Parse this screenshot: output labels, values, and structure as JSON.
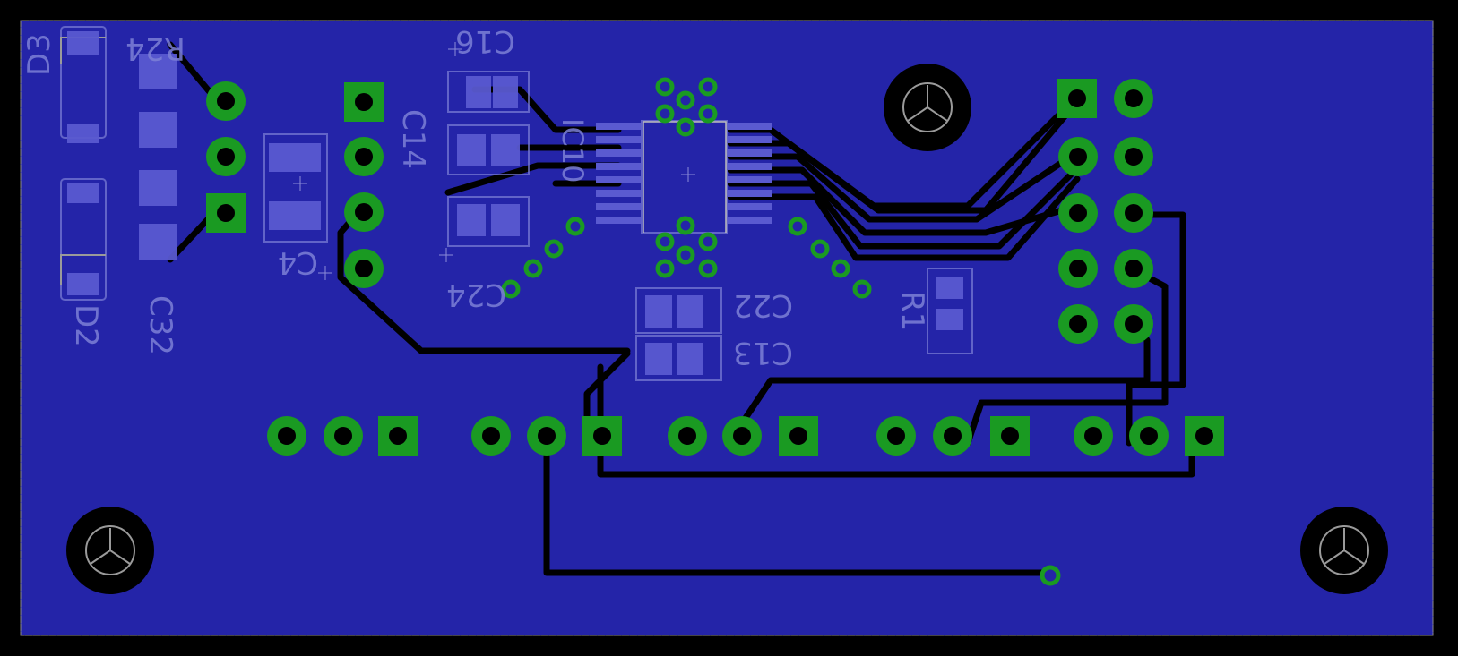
{
  "colors": {
    "background": "#000000",
    "copper_pour": "#2323a6",
    "trace": "#000000",
    "pad_green": "#1a9a22",
    "smd_pad": "#5a5ad0",
    "silkscreen": "#7d80d6",
    "outline": "#8b8b8b"
  },
  "labels": {
    "d3": "D3",
    "r24": "R24",
    "d2": "D2",
    "c32": "C32",
    "c16": "C16",
    "c14": "C14",
    "c24": "C24",
    "c4": "C4",
    "ic10": "IC10",
    "c22": "C22",
    "c13": "C13",
    "r1": "R1"
  },
  "icons": {
    "mounting_hole": "mounting-hole-icon",
    "component_origin": "origin-cross-icon"
  }
}
